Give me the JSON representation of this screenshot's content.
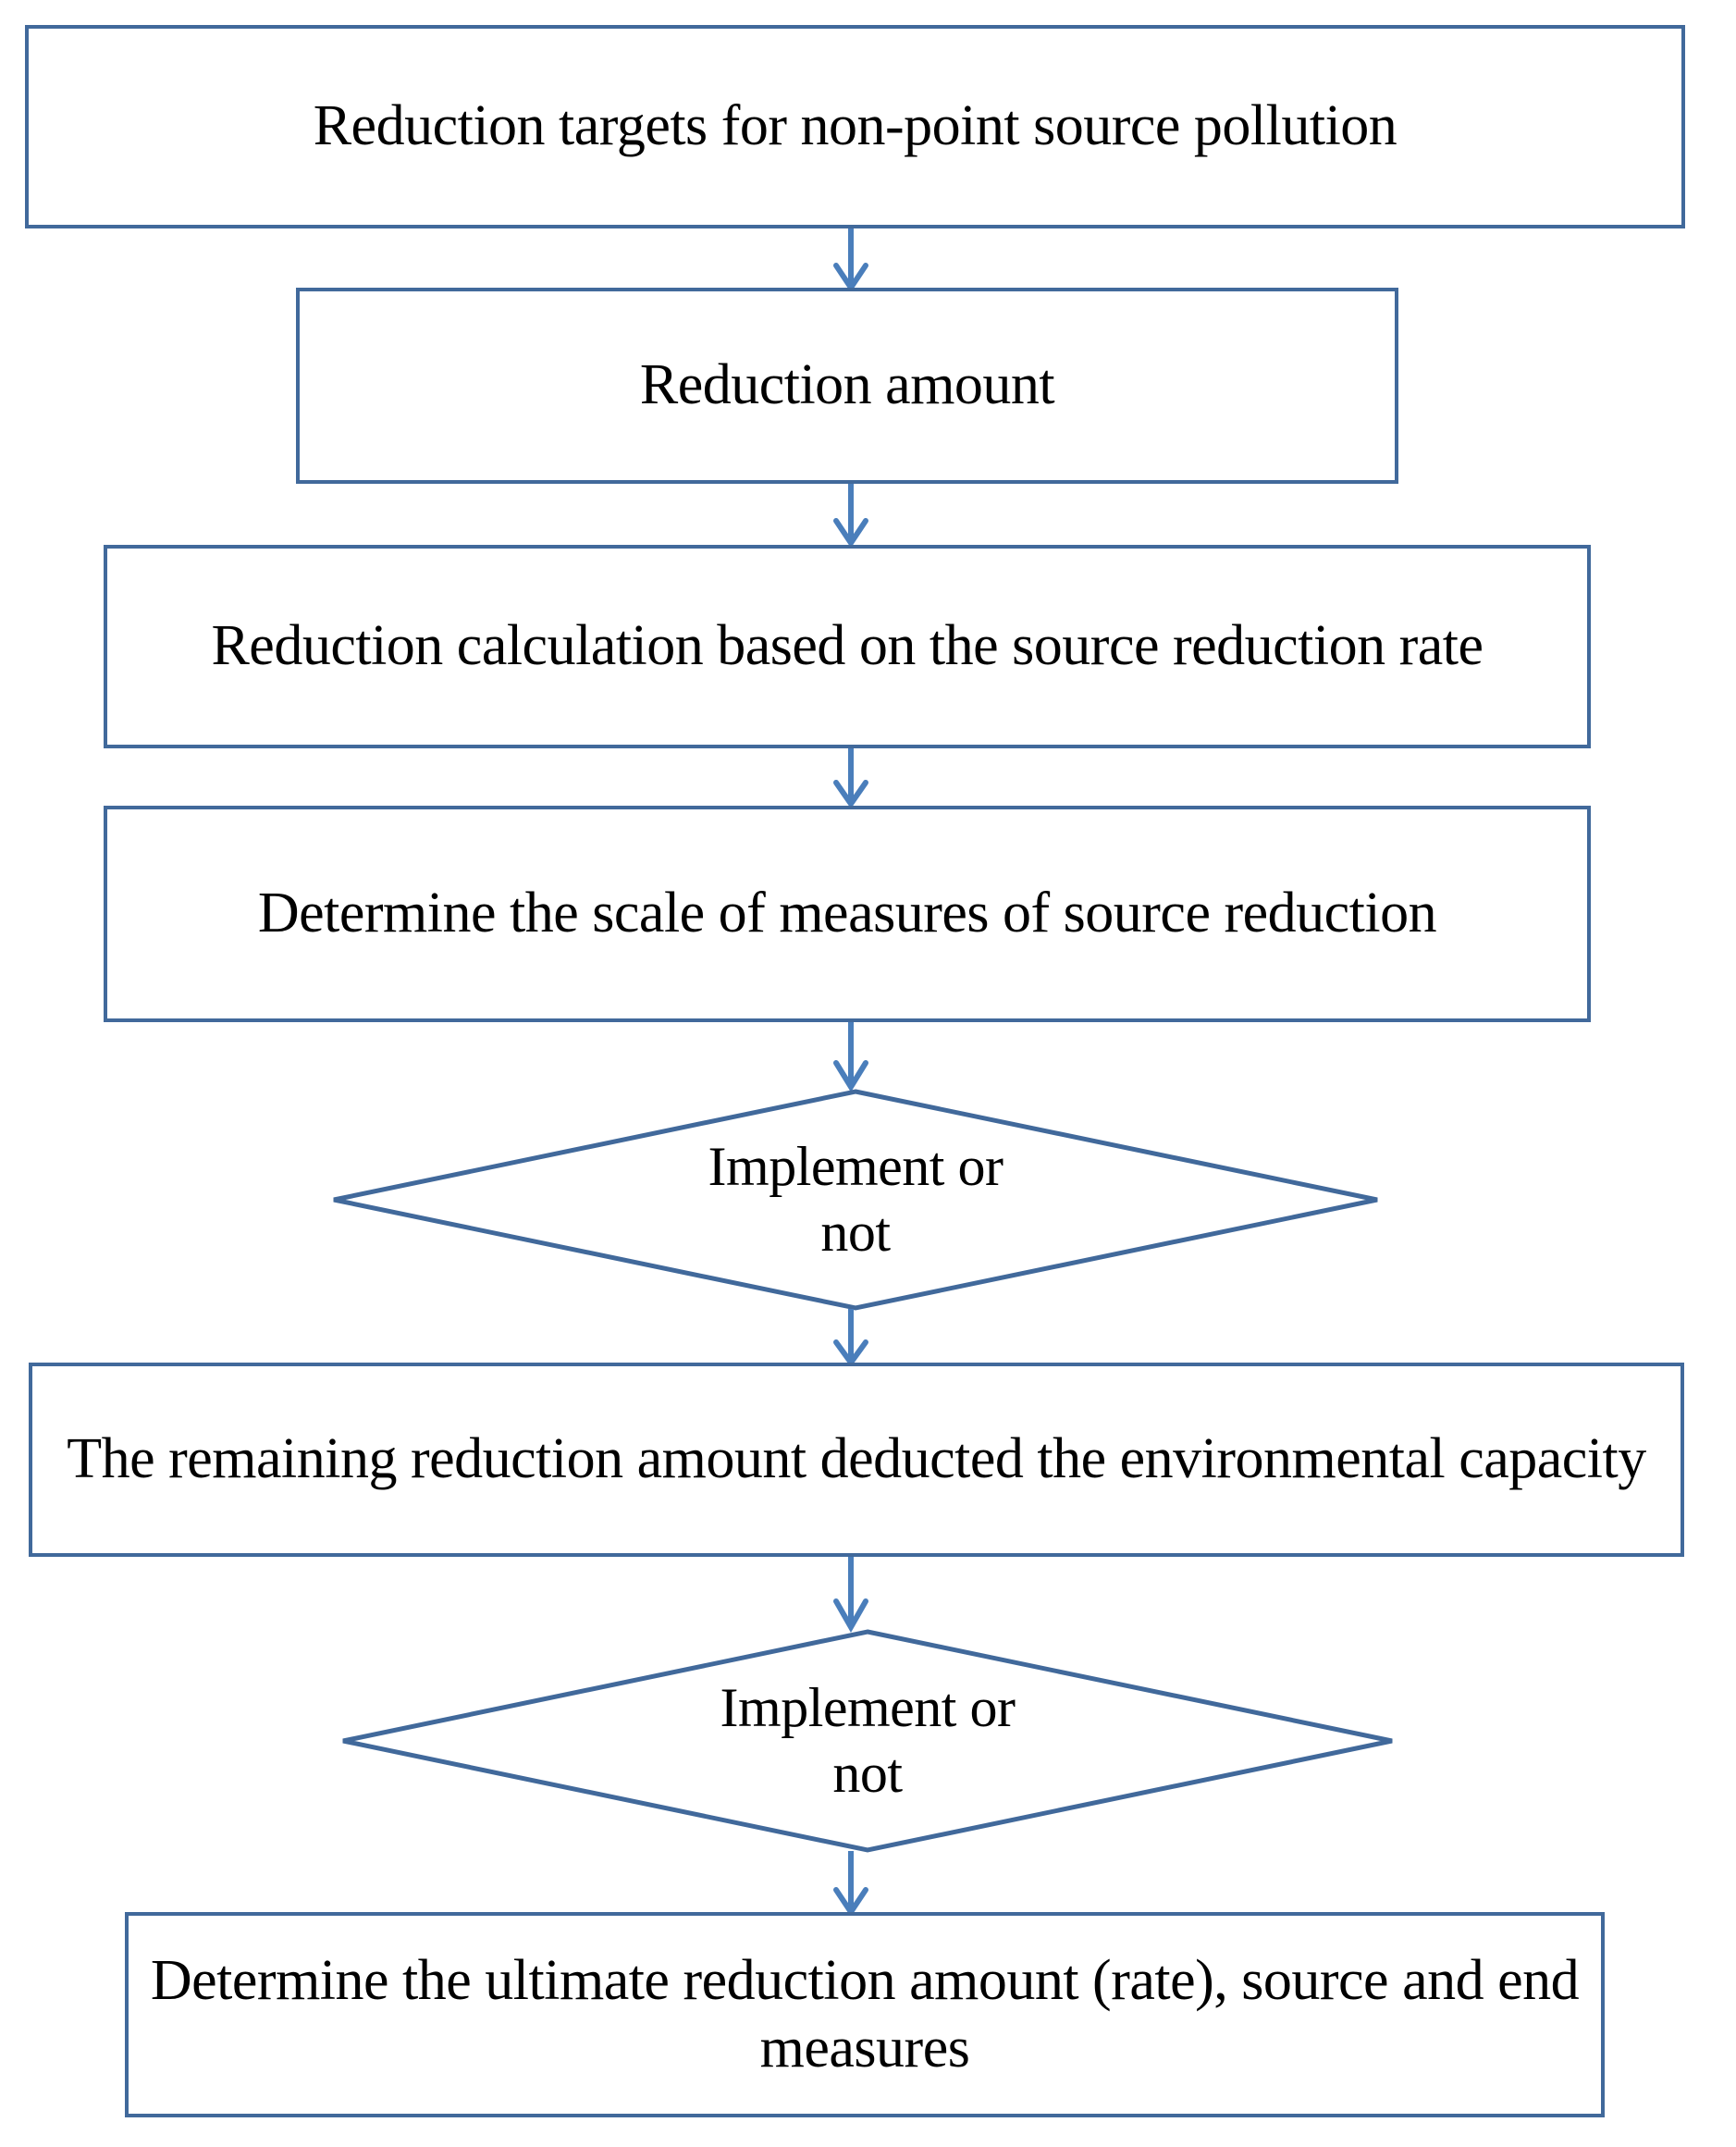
{
  "diagram": {
    "title": "Non-point source pollution reduction decision flowchart",
    "type": "flowchart",
    "colors": {
      "border": "#41699B",
      "connector": "#4A7EBB",
      "text": "#000000",
      "background": "#FFFFFF"
    },
    "nodes": [
      {
        "id": "n1",
        "shape": "process",
        "label": "Reduction targets for non-point source pollution"
      },
      {
        "id": "n2",
        "shape": "process",
        "label": "Reduction amount"
      },
      {
        "id": "n3",
        "shape": "process",
        "label": "Reduction calculation based on the source reduction rate"
      },
      {
        "id": "n4",
        "shape": "process",
        "label": "Determine the scale of  measures of source reduction"
      },
      {
        "id": "n5",
        "shape": "decision",
        "label": "Implement or\nnot"
      },
      {
        "id": "n6",
        "shape": "process",
        "label": "The remaining reduction amount deducted the environmental capacity"
      },
      {
        "id": "n7",
        "shape": "decision",
        "label": "Implement or\nnot"
      },
      {
        "id": "n8",
        "shape": "process",
        "label": "Determine the ultimate reduction amount (rate), source and end measures"
      }
    ],
    "edges": [
      {
        "id": "e1",
        "from": "n1",
        "to": "n2",
        "label": ""
      },
      {
        "id": "e2",
        "from": "n2",
        "to": "n3",
        "label": ""
      },
      {
        "id": "e3",
        "from": "n3",
        "to": "n4",
        "label": ""
      },
      {
        "id": "e4",
        "from": "n4",
        "to": "n5",
        "label": ""
      },
      {
        "id": "e5",
        "from": "n5",
        "to": "n6",
        "label": ""
      },
      {
        "id": "e6",
        "from": "n6",
        "to": "n7",
        "label": ""
      },
      {
        "id": "e7",
        "from": "n7",
        "to": "n8",
        "label": ""
      }
    ]
  }
}
